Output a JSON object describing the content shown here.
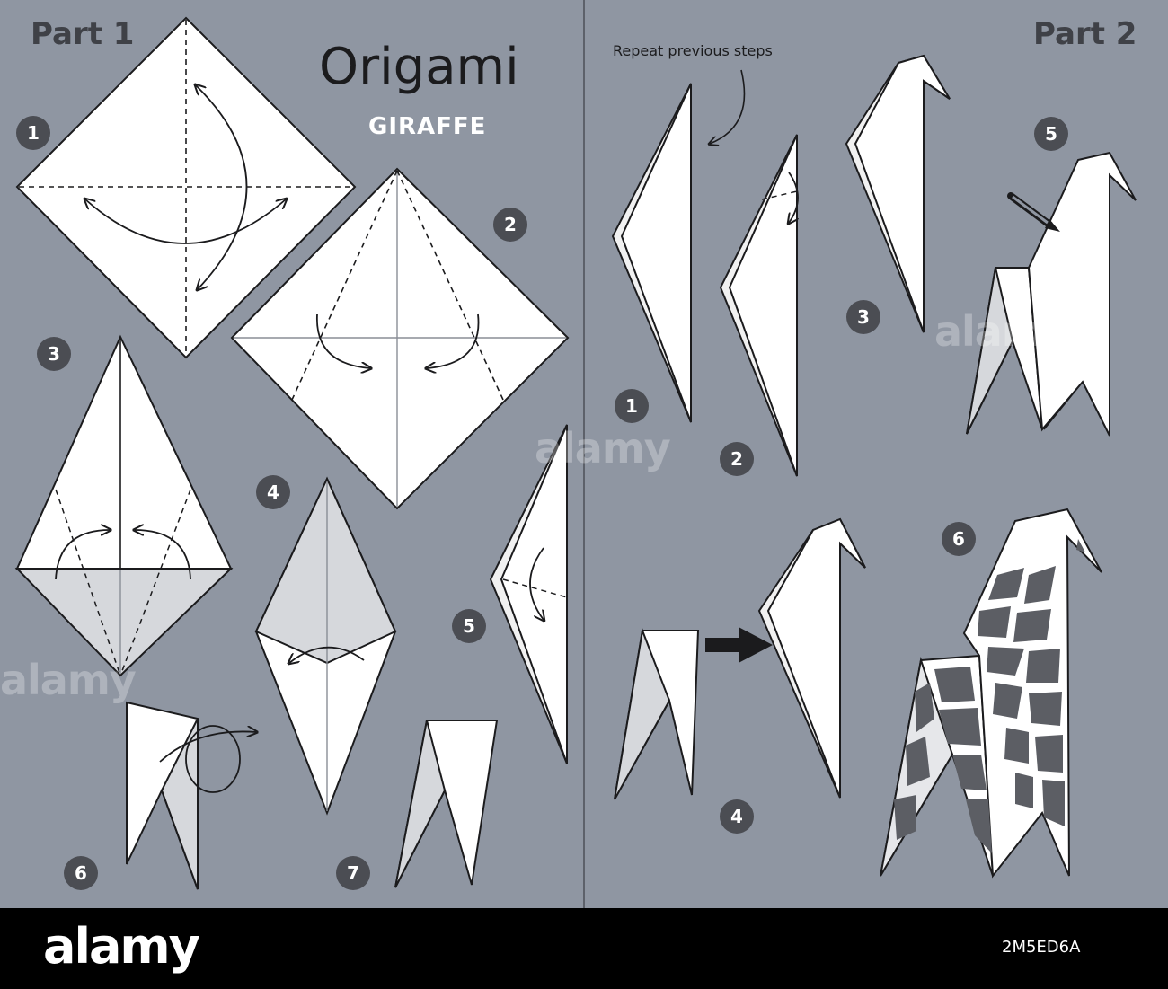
{
  "part1": {
    "label": "Part 1"
  },
  "part2": {
    "label": "Part 2"
  },
  "title": "Origami",
  "subtitle": "GIRAFFE",
  "note": "Repeat previous steps",
  "part1_steps": [
    "1",
    "2",
    "3",
    "4",
    "5",
    "6",
    "7"
  ],
  "part2_steps": [
    "1",
    "2",
    "3",
    "4",
    "5",
    "6"
  ],
  "colors": {
    "background": "#8f96a2",
    "paper_white": "#ffffff",
    "paper_shade": "#d6d8dc",
    "badge": "#4b4d53",
    "spots": "#5c5e64",
    "outline": "#1b1b1d"
  },
  "watermark": {
    "logo": "alamy",
    "image_id": "2M5ED6A"
  }
}
